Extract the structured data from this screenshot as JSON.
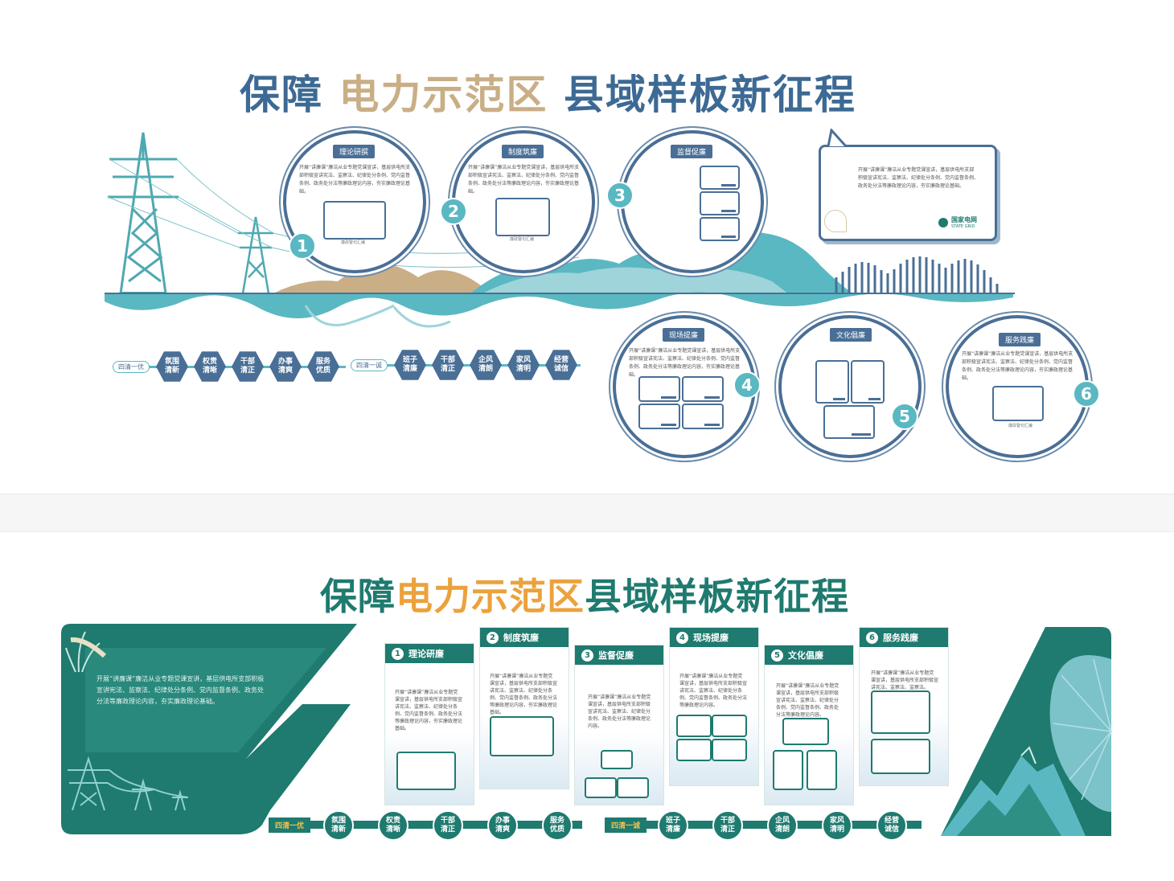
{
  "top": {
    "title": {
      "part1": "保障",
      "part2": "电力示范区",
      "part3": "县域样板新征程"
    },
    "circles": [
      {
        "num": "1",
        "tag": "理论研撰",
        "text": "开展“讲廉课”廉洁从业专题党课宣讲，基层供电所支部积极宣讲宪法、监察法、纪律处分条例、党内监督条例、政务处分法等廉政理论内容，夯实廉政理论基础。",
        "caption": "廉政警句汇编"
      },
      {
        "num": "2",
        "tag": "制度筑廉",
        "text": "开展“讲廉课”廉洁从业专题党课宣讲，基层供电所支部积极宣讲宪法、监察法、纪律处分条例、党内监督条例、政务处分法等廉政理论内容，夯实廉政理论基础。",
        "caption": "廉政警句汇编"
      },
      {
        "num": "3",
        "tag": "监督促廉"
      },
      {
        "num": "4",
        "tag": "现场提廉",
        "text": "开展“讲廉课”廉洁从业专题党课宣讲，基层供电所支部积极宣讲宪法、监察法、纪律处分条例、党内监督条例、政务处分法等廉政理论内容，夯实廉政理论基础。"
      },
      {
        "num": "5",
        "tag": "文化倡廉"
      },
      {
        "num": "6",
        "tag": "服务践廉",
        "text": "开展“讲廉课”廉洁从业专题党课宣讲，基层供电所支部积极宣讲宪法、监察法、纪律处分条例、党内监督条例、政务处分法等廉政理论内容，夯实廉政理论基础。",
        "caption": "廉政警句汇编"
      }
    ],
    "speech": {
      "text": "开展“讲廉课”廉洁从业专题党课宣讲，基层供电所支部积极宣讲宪法、监察法、纪律处分条例、党内监督条例、政务处分法等廉政理论内容，夯实廉政理论基础。",
      "logo_cn": "国家电网",
      "logo_en": "STATE GRID"
    },
    "group1": {
      "label": "四清一优",
      "items": [
        "氛围\n清新",
        "权责\n清晰",
        "干部\n清正",
        "办事\n清爽",
        "服务\n优质"
      ]
    },
    "group2": {
      "label": "四清一诚",
      "items": [
        "班子\n清廉",
        "干部\n清正",
        "企风\n清朗",
        "家风\n清明",
        "经营\n诚信"
      ]
    }
  },
  "bottom": {
    "title": {
      "part1": "保障",
      "part2": "电力示范区",
      "part3": "县域样板新征程"
    },
    "intro": "开展“讲廉课”廉洁从业专题党课宣讲，基层供电所支部积极宣讲宪法、监察法、纪律处分条例、党内监督条例、政务处分法等廉政理论内容，夯实廉政理论基础。",
    "panels": [
      {
        "num": "1",
        "title": "理论研廉",
        "text": "开展“讲廉课”廉洁从业专题党课宣讲，基层供电所支部积极宣讲宪法、监察法、纪律处分条例、党内监督条例、政务处分法等廉政理论内容，夯实廉政理论基础。"
      },
      {
        "num": "2",
        "title": "制度筑廉",
        "text": "开展“讲廉课”廉洁从业专题党课宣讲，基层供电所支部积极宣讲宪法、监察法、纪律处分条例、党内监督条例、政务处分法等廉政理论内容，夯实廉政理论基础。"
      },
      {
        "num": "3",
        "title": "监督促廉",
        "text": "开展“讲廉课”廉洁从业专题党课宣讲，基层供电所支部积极宣讲宪法、监察法、纪律处分条例、政务处分法等廉政理论内容。"
      },
      {
        "num": "4",
        "title": "现场提廉",
        "text": "开展“讲廉课”廉洁从业专题党课宣讲，基层供电所支部积极宣讲宪法、监察法、纪律处分条例、党内监督条例、政务处分法等廉政理论内容。"
      },
      {
        "num": "5",
        "title": "文化倡廉",
        "text": "开展“讲廉课”廉洁从业专题党课宣讲，基层供电所支部积极宣讲宪法、监察法、纪律处分条例、党内监督条例、政务处分法等廉政理论内容。"
      },
      {
        "num": "6",
        "title": "服务践廉",
        "text": "开展“讲廉课”廉洁从业专题党课宣讲，基层供电所支部积极宣讲宪法、监察法、监察法。"
      }
    ],
    "group1": {
      "label": "四清一优",
      "items": [
        "氛围\n清新",
        "权责\n清晰",
        "干部\n清正",
        "办事\n清爽",
        "服务\n优质"
      ]
    },
    "group2": {
      "label": "四清一诚",
      "items": [
        "班子\n清廉",
        "干部\n清正",
        "企风\n清朗",
        "家风\n清明",
        "经营\n诚信"
      ]
    }
  },
  "colors": {
    "blue": "#4a6f96",
    "tan": "#c9ae86",
    "teal": "#5ab8c2",
    "green": "#1f7a6f",
    "orange": "#eba23c"
  }
}
